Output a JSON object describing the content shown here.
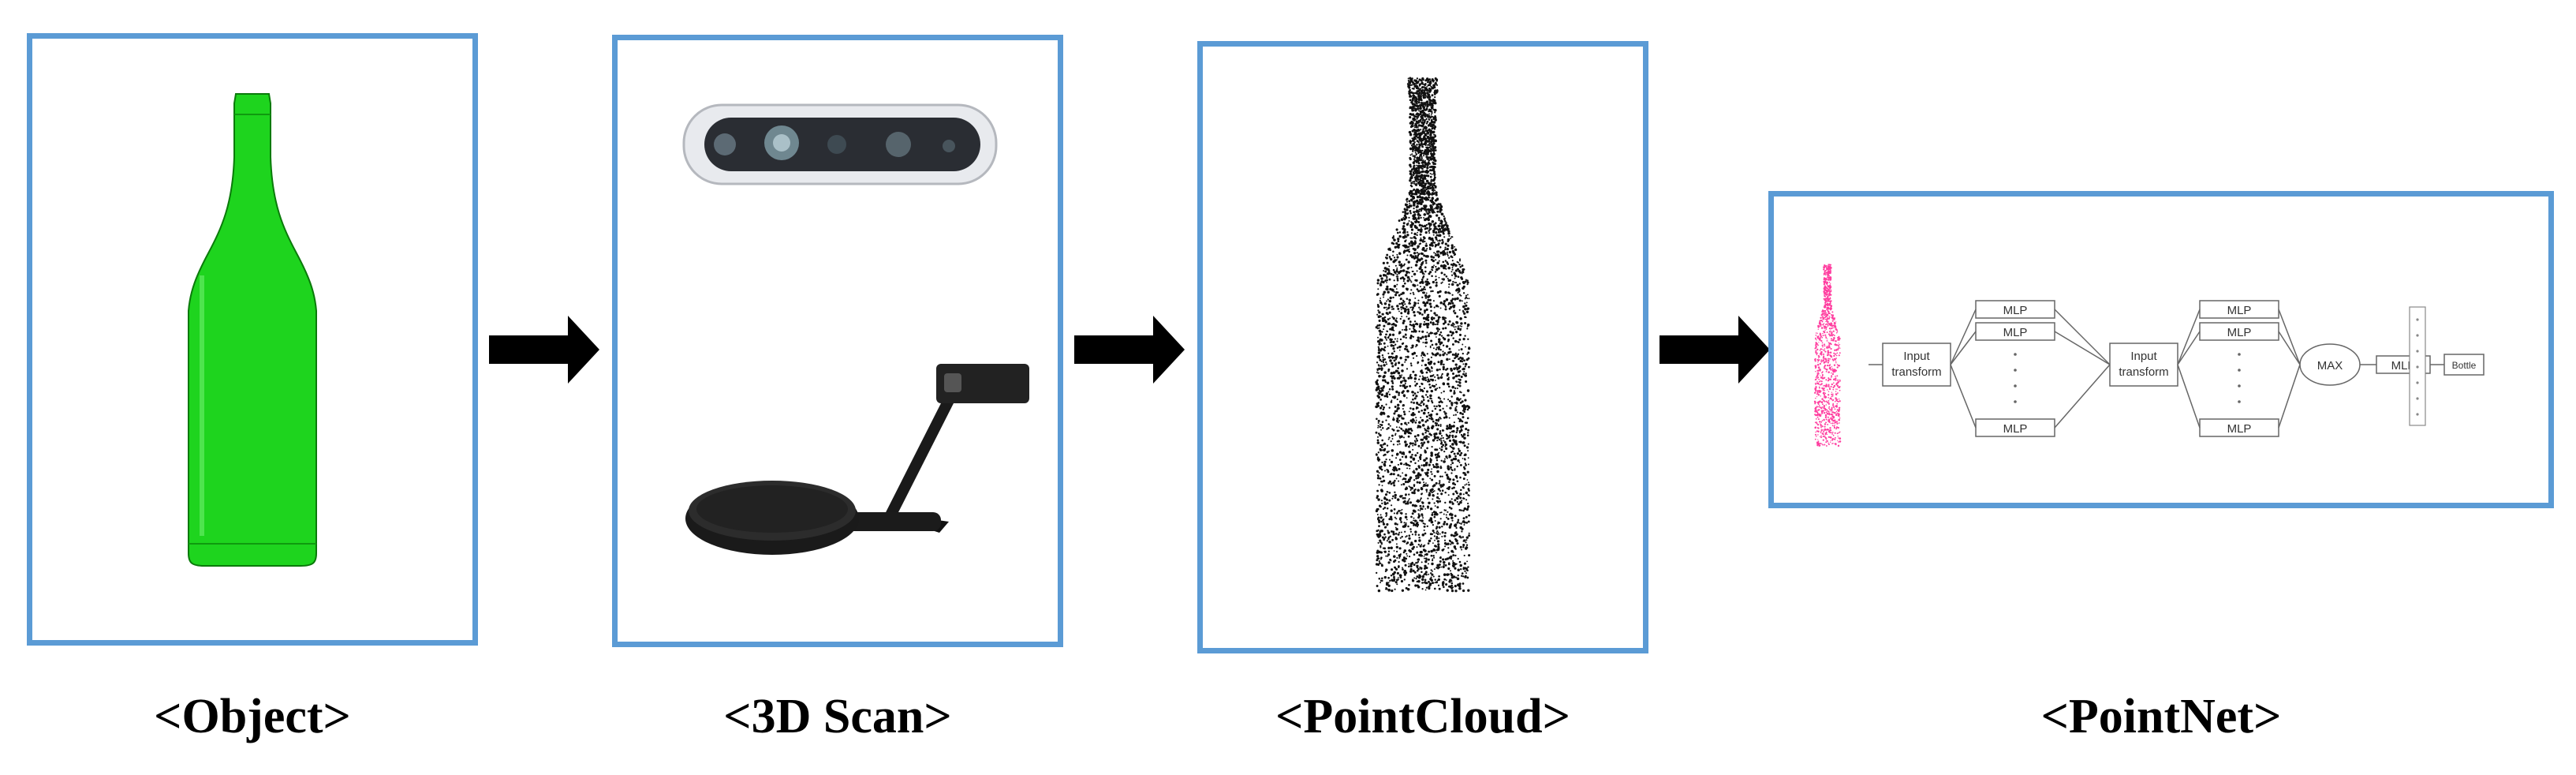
{
  "captions": {
    "object": "<Object>",
    "scan": "<3D Scan>",
    "pointcloud": "<PointCloud>",
    "pointnet": "<PointNet>"
  },
  "pointnet": {
    "input_transform_1": [
      "Input",
      "transform"
    ],
    "input_transform_2": [
      "Input",
      "transform"
    ],
    "mlp_label": "MLP",
    "max_label": "MAX",
    "output_label": "Bottle"
  },
  "colors": {
    "panel_border": "#5b9bd5",
    "bottle_green": "#1ed41e",
    "arrow": "#000000",
    "pink_points": "#ff3fa0"
  }
}
